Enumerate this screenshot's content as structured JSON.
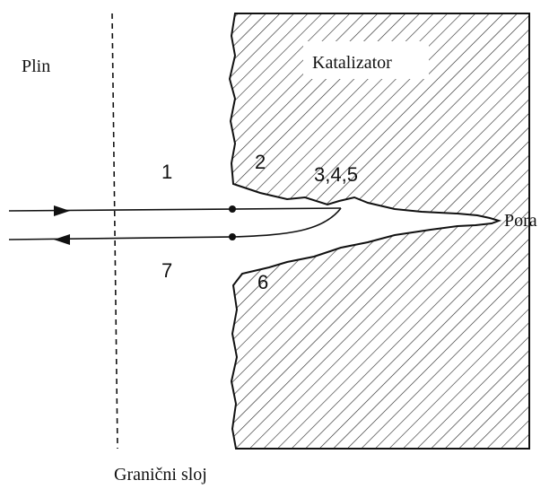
{
  "labels": {
    "gas": "Plin",
    "catalyst": "Katalizator",
    "pore": "Pora",
    "boundary_layer": "Granični sloj"
  },
  "steps": {
    "s1": "1",
    "s2": "2",
    "s345": "3,4,5",
    "s6": "6",
    "s7": "7"
  },
  "colors": {
    "line": "#111111",
    "background": "#ffffff"
  }
}
